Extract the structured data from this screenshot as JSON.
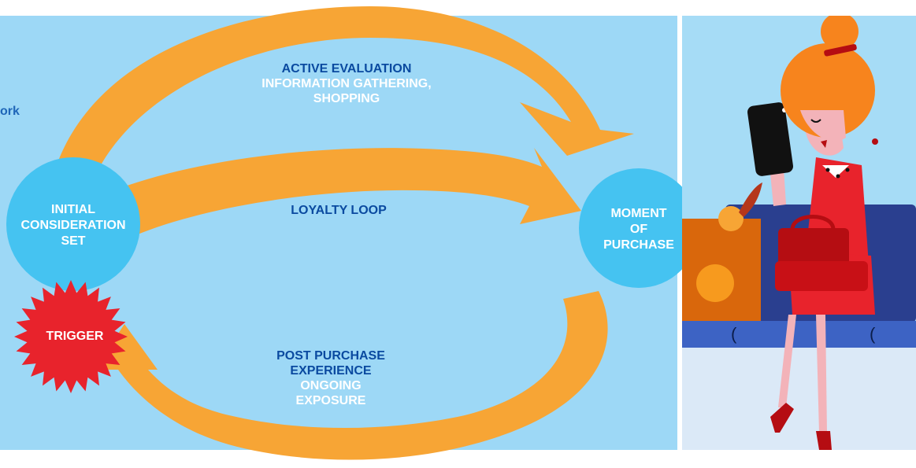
{
  "edge_text": "ork",
  "nodes": {
    "initial": {
      "lines": [
        "INITIAL",
        "CONSIDERATION",
        "SET"
      ]
    },
    "moment": {
      "lines": [
        "MOMENT",
        "OF",
        "PURCHASE"
      ]
    },
    "trigger": {
      "label": "TRIGGER"
    }
  },
  "arrows": {
    "active": {
      "title": "ACTIVE EVALUATION",
      "sub1": "INFORMATION GATHERING,",
      "sub2": "SHOPPING"
    },
    "loyalty": {
      "title": "LOYALTY LOOP"
    },
    "post": {
      "title1": "POST PURCHASE",
      "title2": "EXPERIENCE",
      "sub1": "ONGOING",
      "sub2": "EXPOSURE"
    }
  },
  "colors": {
    "background": "#9dd8f6",
    "arrow": "#f7a535",
    "node": "#45c3f1",
    "trigger": "#e8232c",
    "title_text": "#0a4aa0",
    "sub_text": "#ffffff"
  }
}
